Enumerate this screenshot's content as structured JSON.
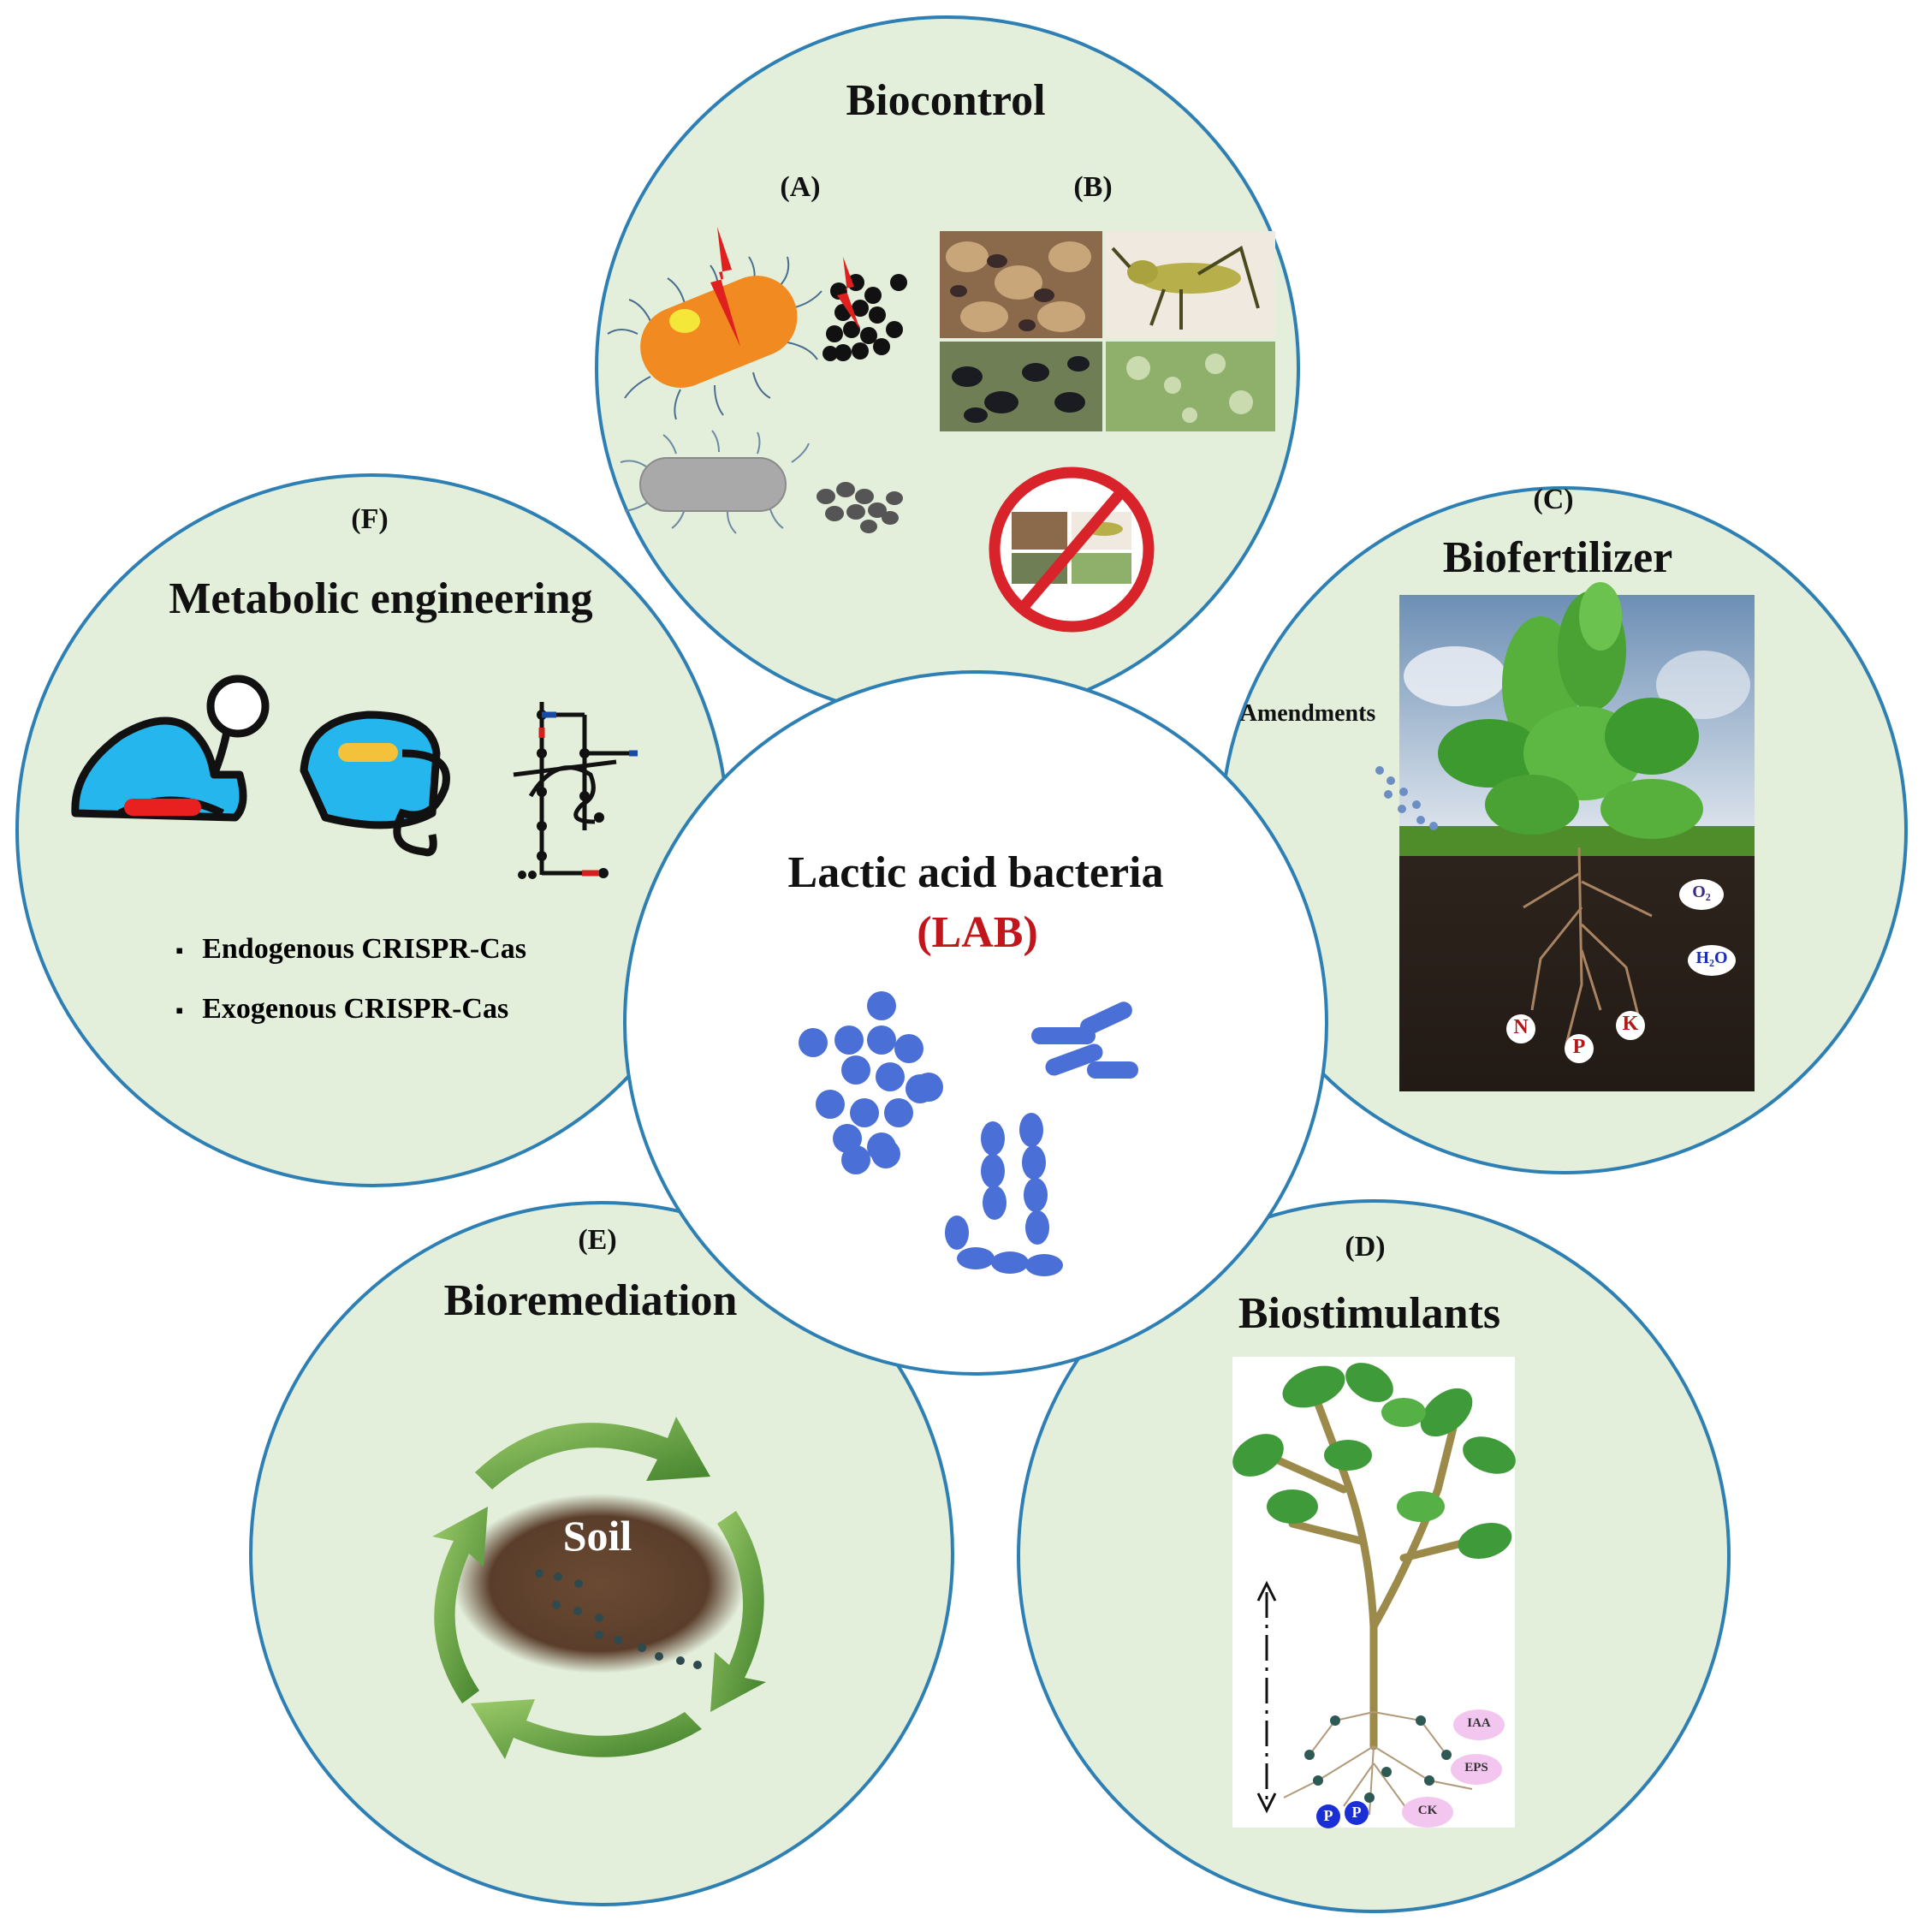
{
  "center": {
    "title": "Lactic acid bacteria",
    "abbr": "(LAB)"
  },
  "biocontrol": {
    "title": "Biocontrol",
    "label_a": "(A)",
    "label_b": "(B)"
  },
  "biofertilizer": {
    "letter": "(C)",
    "title": "Biofertilizer",
    "amendments": "Amendments",
    "tags": {
      "o2": "O₂",
      "h2o": "H₂O",
      "n": "N",
      "p": "P",
      "k": "K"
    }
  },
  "biostimulants": {
    "letter": "(D)",
    "title": "Biostimulants",
    "tags": {
      "iaa": "IAA",
      "eps": "EPS",
      "ck": "CK",
      "p": "P"
    }
  },
  "bioremediation": {
    "letter": "(E)",
    "title": "Bioremediation",
    "soil": "Soil"
  },
  "metabolic": {
    "letter": "(F)",
    "title": "Metabolic engineering",
    "items": [
      "Endogenous CRISPR-Cas",
      "Exogenous CRISPR-Cas"
    ]
  },
  "colors": {
    "circle_fill": "#e3efdb",
    "circle_stroke": "#2e7fb3",
    "lab_red": "#c0161c",
    "bacteria": "#4a6fd6"
  }
}
